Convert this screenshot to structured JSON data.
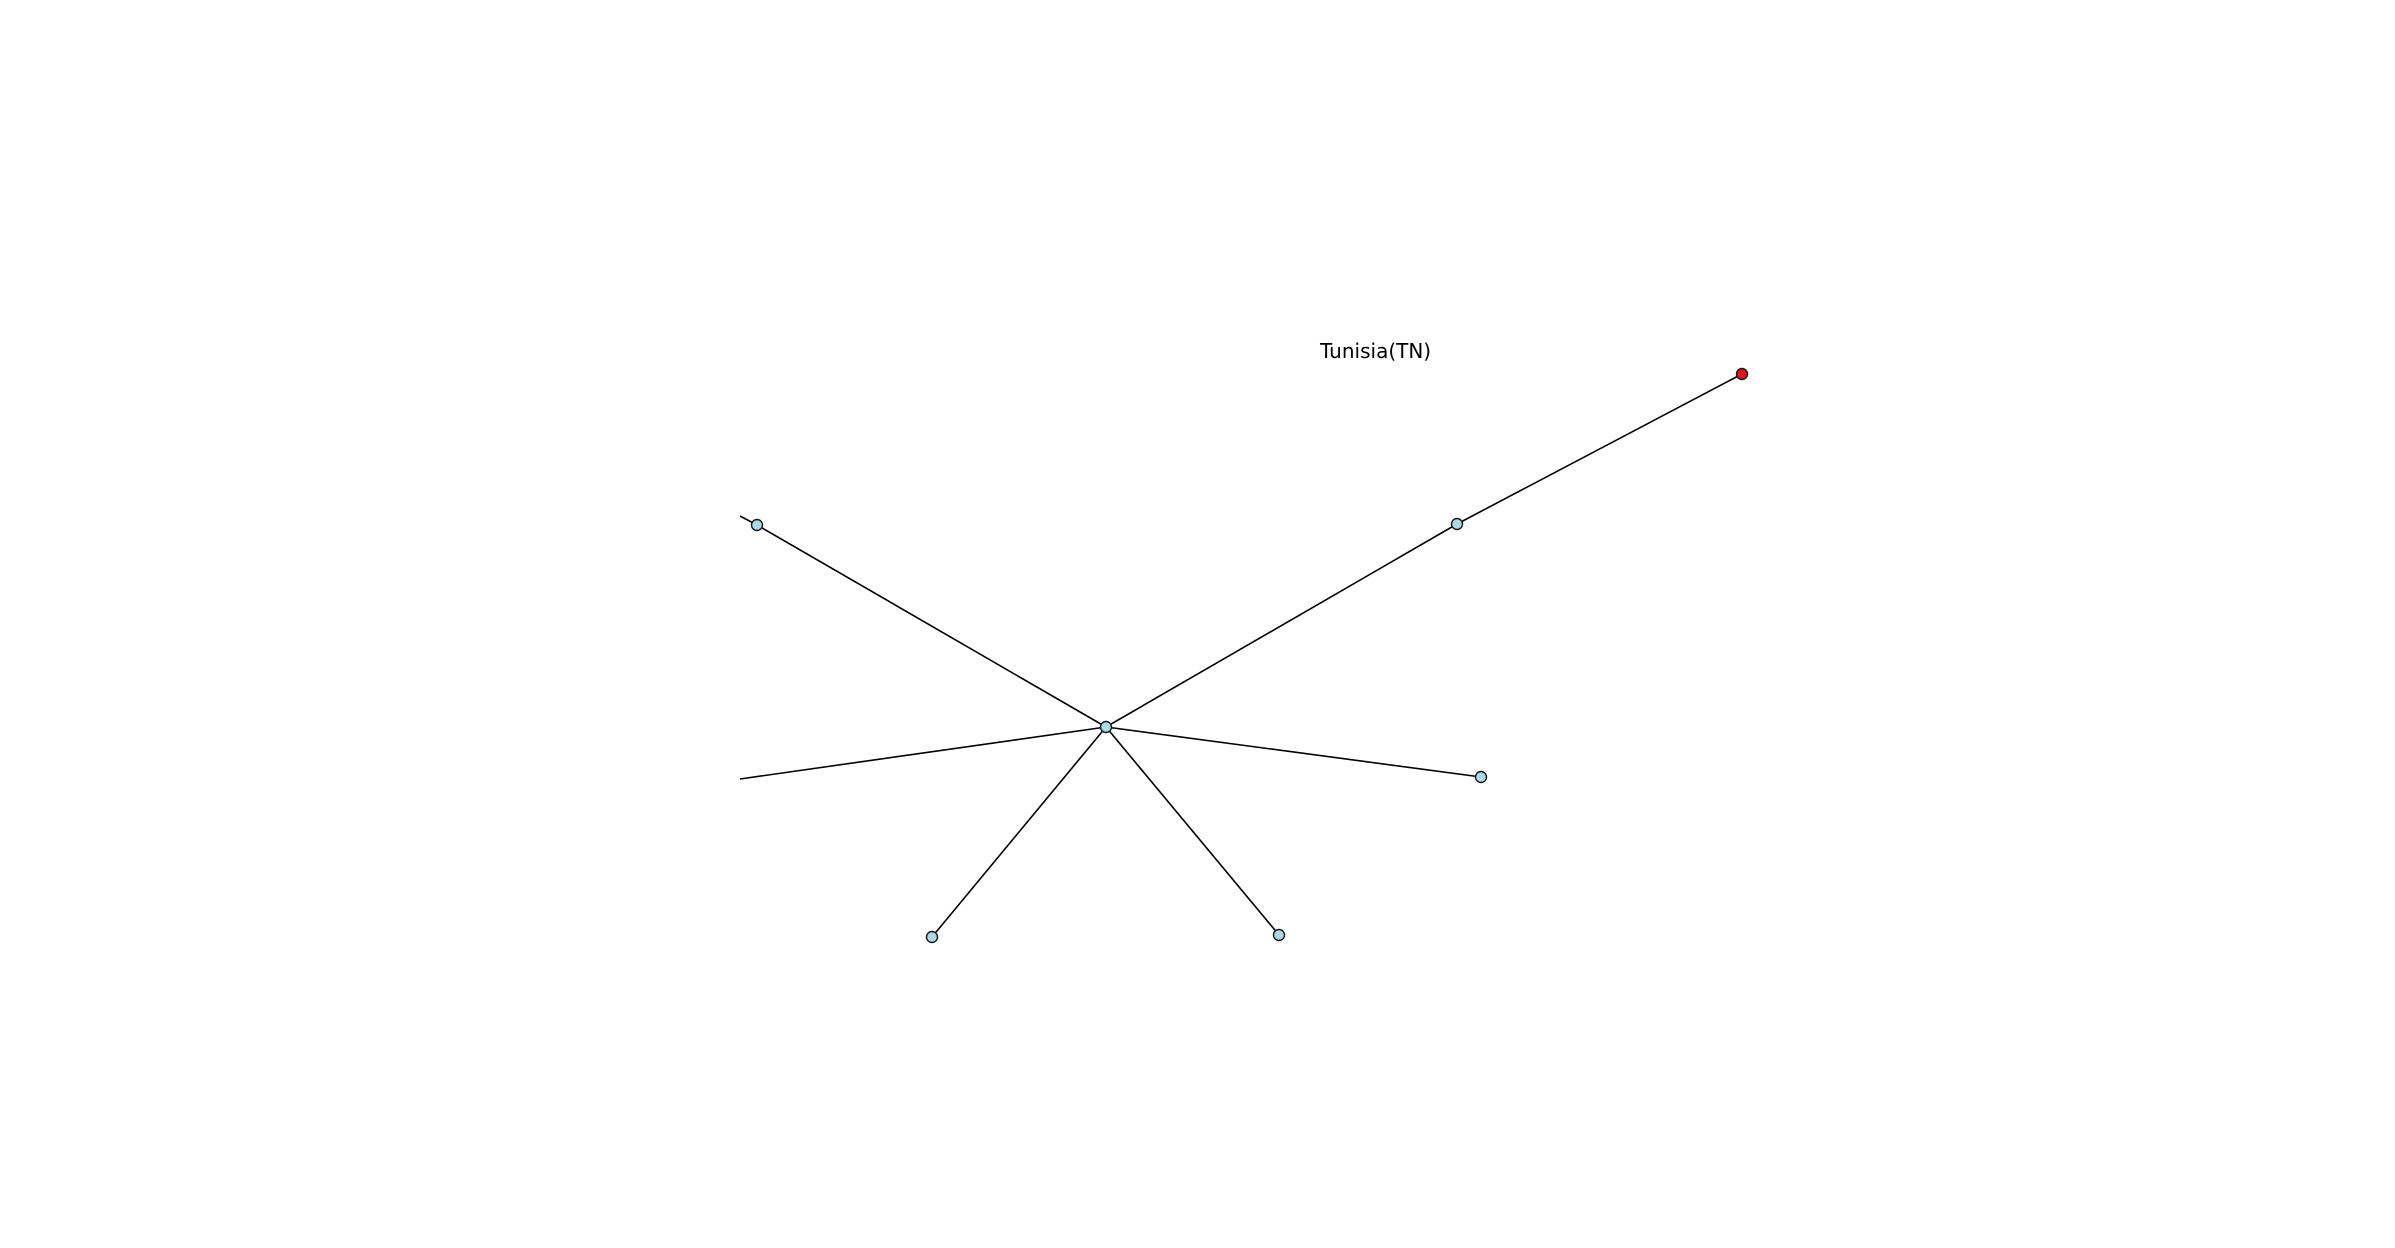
{
  "graph": {
    "label": "Tunisia(TN)",
    "colors": {
      "node_default": "#add8e6",
      "node_highlight": "#e0151b",
      "edge": "#000000",
      "background": "#ffffff"
    },
    "nodes": [
      {
        "id": "center",
        "role": "hub"
      },
      {
        "id": "upper-left",
        "role": "leaf"
      },
      {
        "id": "upper-right",
        "role": "intermediate"
      },
      {
        "id": "tunisia",
        "role": "highlighted-leaf"
      },
      {
        "id": "right",
        "role": "leaf"
      },
      {
        "id": "lower-right",
        "role": "leaf"
      },
      {
        "id": "lower-left",
        "role": "leaf"
      }
    ],
    "edges": [
      {
        "source": "center",
        "target": "upper-left"
      },
      {
        "source": "center",
        "target": "upper-right"
      },
      {
        "source": "upper-right",
        "target": "tunisia"
      },
      {
        "source": "center",
        "target": "right"
      },
      {
        "source": "center",
        "target": "lower-right"
      },
      {
        "source": "center",
        "target": "lower-left"
      },
      {
        "source": "center",
        "target": "off-canvas-left"
      },
      {
        "source": "upper-left",
        "target": "off-canvas-upper-left"
      }
    ]
  }
}
